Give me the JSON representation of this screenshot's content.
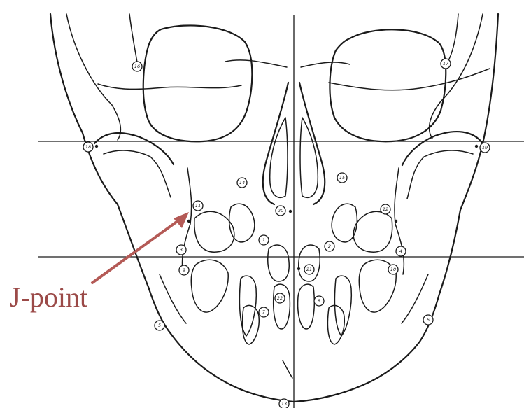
{
  "annotation": {
    "label": "J-point",
    "color": "#9b4a48",
    "arrow_color": "#b45a56"
  },
  "landmarks": [
    "1",
    "2",
    "3",
    "4",
    "5",
    "6",
    "7",
    "8",
    "9",
    "10",
    "11",
    "12",
    "13",
    "14",
    "15",
    "16",
    "17",
    "18",
    "19",
    "20",
    "21",
    "22"
  ]
}
